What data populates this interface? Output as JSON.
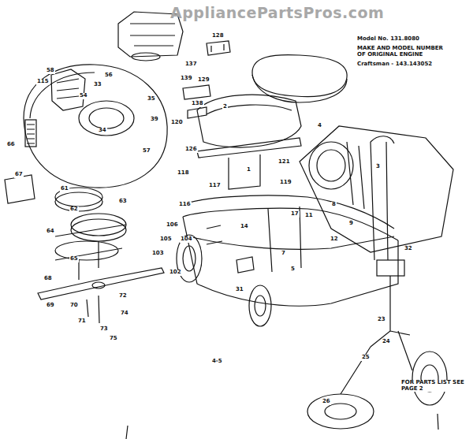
{
  "diagram": {
    "labels": [
      "AppliancePartsPros.com",
      "Model No. 131.8080",
      "MAKE AND MODEL NUMBER OF ORIGINAL ENGINE",
      "Craftsman - 143.143052",
      "4-5",
      "FOR PARTS LIST SEE PAGE 2",
      "115",
      "58",
      "54",
      "33",
      "56",
      "35",
      "34",
      "39",
      "57",
      "66",
      "67",
      "61",
      "62",
      "63",
      "64",
      "65",
      "68",
      "69",
      "70",
      "71",
      "72",
      "73",
      "74",
      "75",
      "137",
      "138",
      "139",
      "120",
      "121",
      "118",
      "119",
      "126",
      "116",
      "117",
      "106",
      "105",
      "104",
      "103",
      "102",
      "17",
      "11",
      "12",
      "8",
      "9",
      "3",
      "5",
      "7",
      "23",
      "24",
      "25",
      "26",
      "2",
      "1",
      "4",
      "14",
      "31",
      "32",
      "128",
      "129"
    ]
  }
}
